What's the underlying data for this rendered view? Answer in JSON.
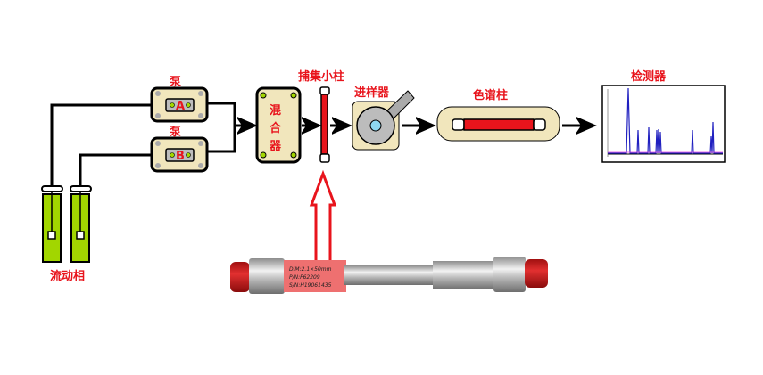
{
  "labels": {
    "pump_a": "泵",
    "pump_b": "泵",
    "pump_a_letter": "A",
    "pump_b_letter": "B",
    "mixer": [
      "混",
      "合",
      "器"
    ],
    "trap_column": "捕集小柱",
    "injector": "进样器",
    "column": "色谱柱",
    "detector": "检测器",
    "mobile_phase": "流动相"
  },
  "photo_column": {
    "lines": [
      "DIM:2.1×50mm",
      "P/N:F62209",
      "S/N:H19061435"
    ]
  },
  "colors": {
    "label_red": "#e8141c",
    "device_beige": "#f1e6bc",
    "bottle_green": "#a2d600",
    "column_red": "#e8141c",
    "chromatogram_blue": "#2020c0"
  }
}
